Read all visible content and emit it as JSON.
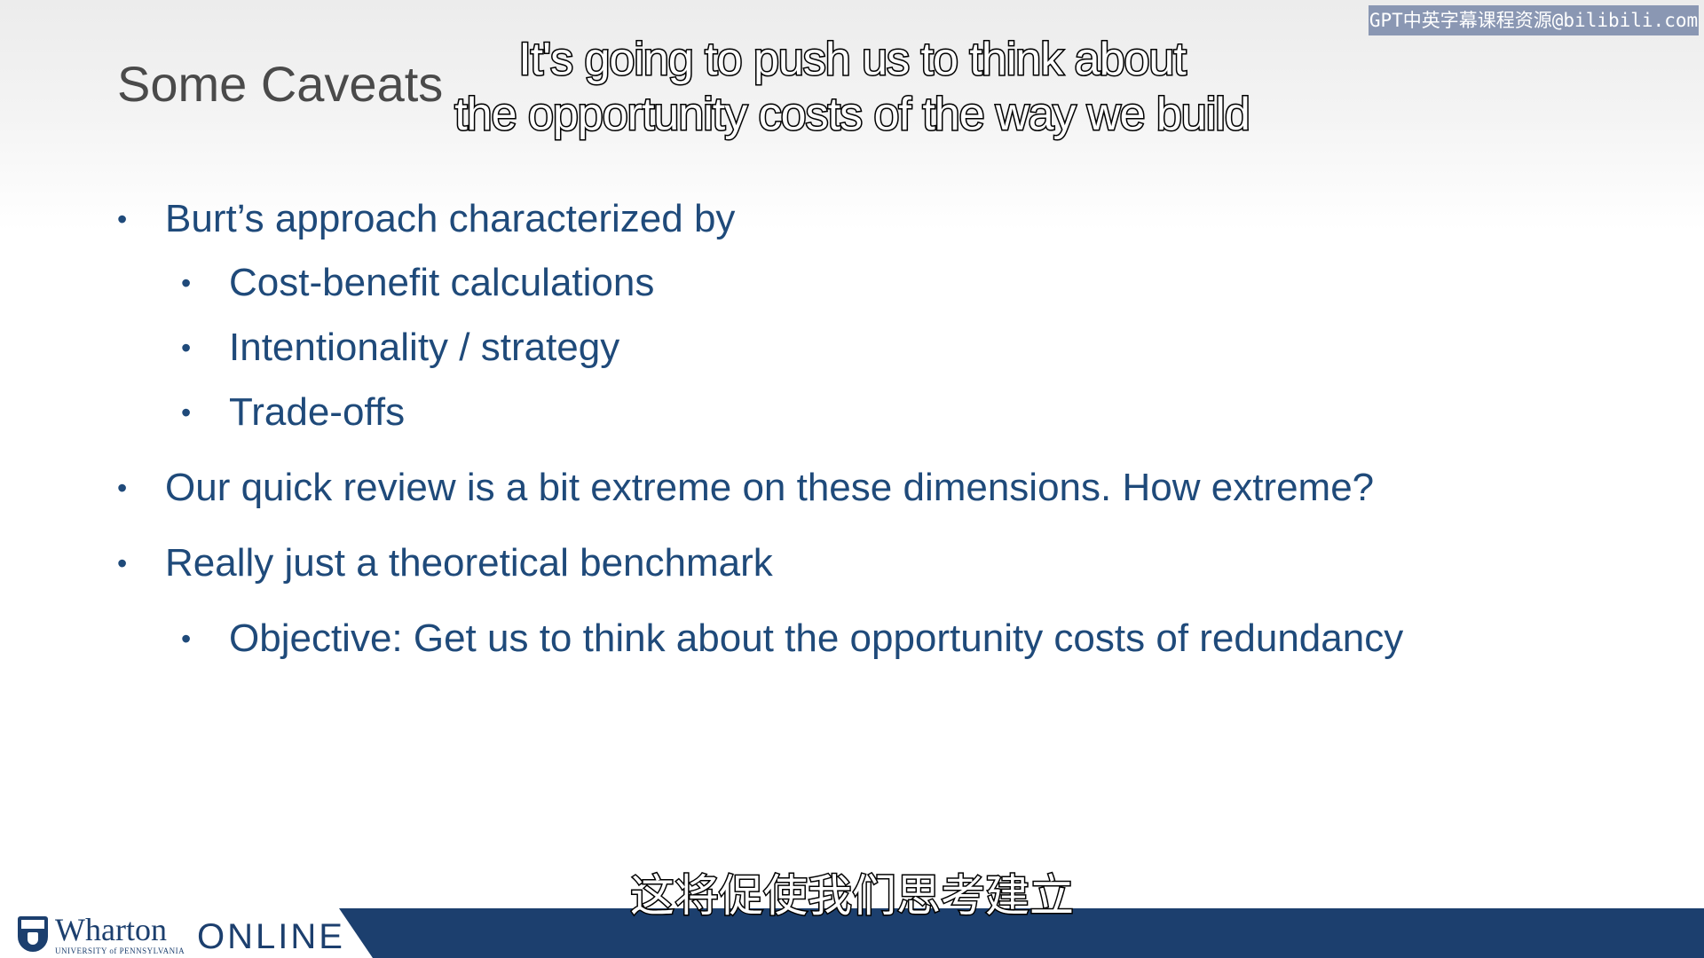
{
  "watermark": "GPT中英字幕课程资源@bilibili.com",
  "slide": {
    "title": "Some Caveats",
    "bullet_symbol": "•",
    "bullets": [
      {
        "text": "Burt’s approach characterized by"
      },
      {
        "text": "Cost-benefit calculations"
      },
      {
        "text": "Intentionality / strategy"
      },
      {
        "text": "Trade-offs"
      },
      {
        "text": "Our quick review is a bit extreme on these dimensions. How extreme?"
      },
      {
        "text": "Really just a theoretical benchmark"
      },
      {
        "text": "Objective: Get us to think about the opportunity costs of redundancy"
      }
    ]
  },
  "subtitles": {
    "en_line1": "It's going to push us to think about",
    "en_line2": "the opportunity costs of the way we build",
    "zh": "这将促使我们思考建立"
  },
  "footer": {
    "logo_name": "Wharton",
    "logo_sub": "UNIVERSITY of PENNSYLVANIA",
    "online_label": "ONLINE"
  }
}
